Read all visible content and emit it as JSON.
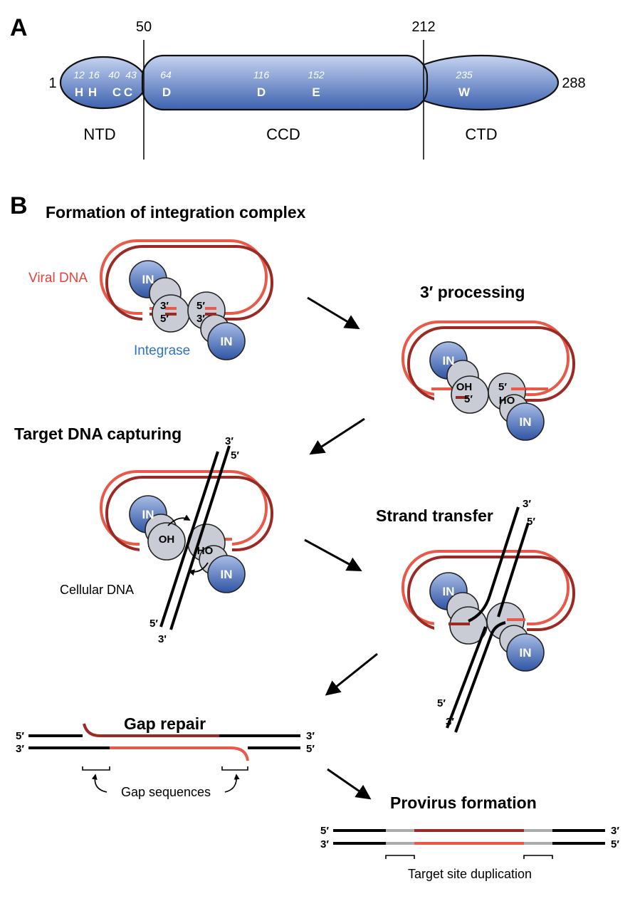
{
  "panelA": {
    "label": "A",
    "pos_start": "1",
    "pos_end": "288",
    "pos_b1": "50",
    "pos_b2": "212",
    "domains": [
      "NTD",
      "CCD",
      "CTD"
    ],
    "residues": [
      {
        "num": "12",
        "res": "H"
      },
      {
        "num": "16",
        "res": "H"
      },
      {
        "num": "40",
        "res": "C"
      },
      {
        "num": "43",
        "res": "C"
      },
      {
        "num": "64",
        "res": "D"
      },
      {
        "num": "116",
        "res": "D"
      },
      {
        "num": "152",
        "res": "E"
      },
      {
        "num": "235",
        "res": "W"
      }
    ]
  },
  "panelB": {
    "label": "B",
    "steps": {
      "formation": "Formation of integration complex",
      "processing": "3′ processing",
      "capturing": "Target DNA capturing",
      "transfer": "Strand transfer",
      "gap_repair": "Gap repair",
      "provirus": "Provirus formation"
    },
    "labels": {
      "viral_dna": "Viral DNA",
      "integrase": "Integrase",
      "cellular_dna": "Cellular DNA",
      "gap_sequences": "Gap sequences",
      "target_site": "Target site duplication",
      "in": "IN",
      "oh": "OH",
      "ho": "HO",
      "three_prime": "3′",
      "five_prime": "5′",
      "three_prime_plain": "3'"
    }
  },
  "colors": {
    "red_light": "#e8594a",
    "red_dark": "#9b2a24",
    "blue_dark": "#2f55a4",
    "blue_light": "#a9bde6",
    "grey_circle": "#c9ccd4",
    "grey_tsd": "#aaaaaa"
  }
}
